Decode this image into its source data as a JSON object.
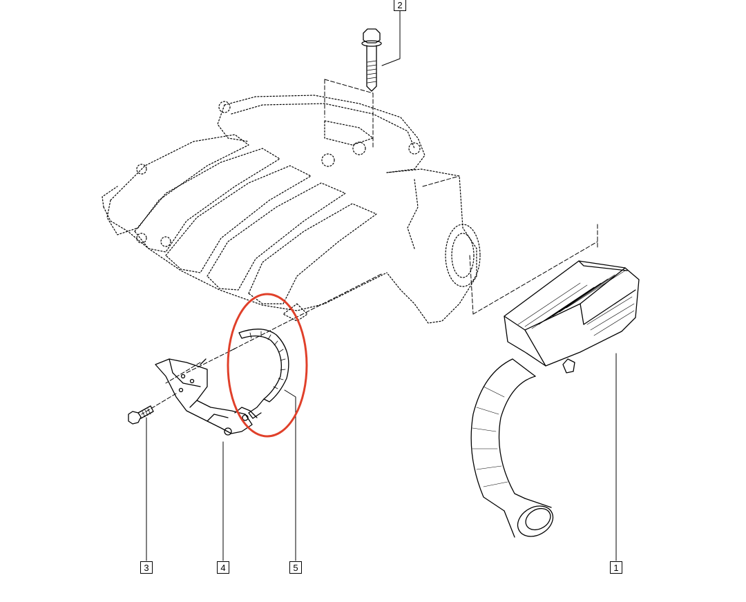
{
  "callouts": [
    {
      "id": "1",
      "label": "1",
      "part": "air-duct-housing"
    },
    {
      "id": "2",
      "label": "2",
      "part": "long-bolt"
    },
    {
      "id": "3",
      "label": "3",
      "part": "short-bolt"
    },
    {
      "id": "4",
      "label": "4",
      "part": "mounting-bracket"
    },
    {
      "id": "5",
      "label": "5",
      "part": "curved-strap"
    }
  ],
  "colors": {
    "line": "#000000",
    "background": "#ffffff",
    "highlight": "#e0402a"
  }
}
